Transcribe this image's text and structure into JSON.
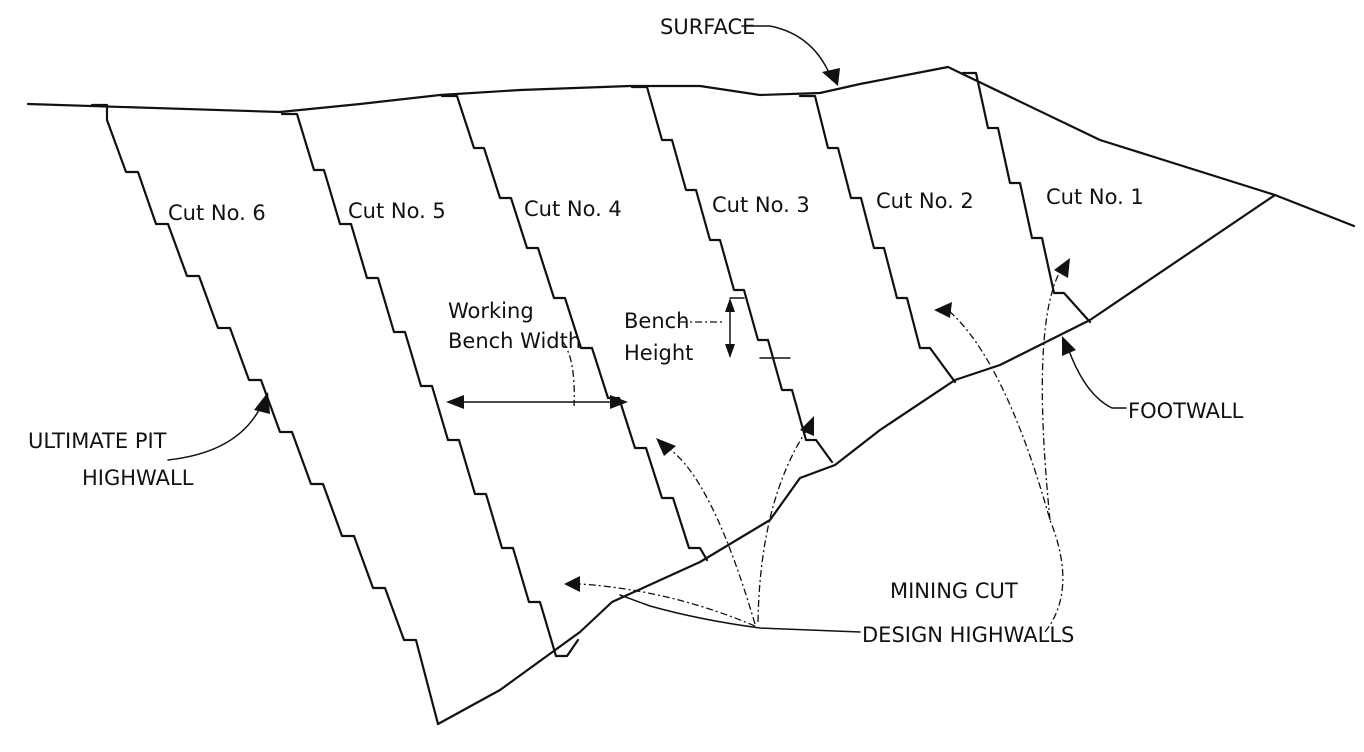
{
  "labels": {
    "surface": "SURFACE",
    "footwall": "FOOTWALL",
    "ultimate_pit_line1": "ULTIMATE PIT",
    "ultimate_pit_line2": "HIGHWALL",
    "mining_cut_line1": "MINING CUT",
    "mining_cut_line2": "DESIGN HIGHWALLS",
    "working_line1": "Working",
    "working_line2": "Bench Width",
    "bench_line1": "Bench",
    "bench_line2": "Height"
  },
  "cuts": [
    "Cut No. 6",
    "Cut No. 5",
    "Cut No. 4",
    "Cut No. 3",
    "Cut No. 2",
    "Cut No. 1"
  ]
}
